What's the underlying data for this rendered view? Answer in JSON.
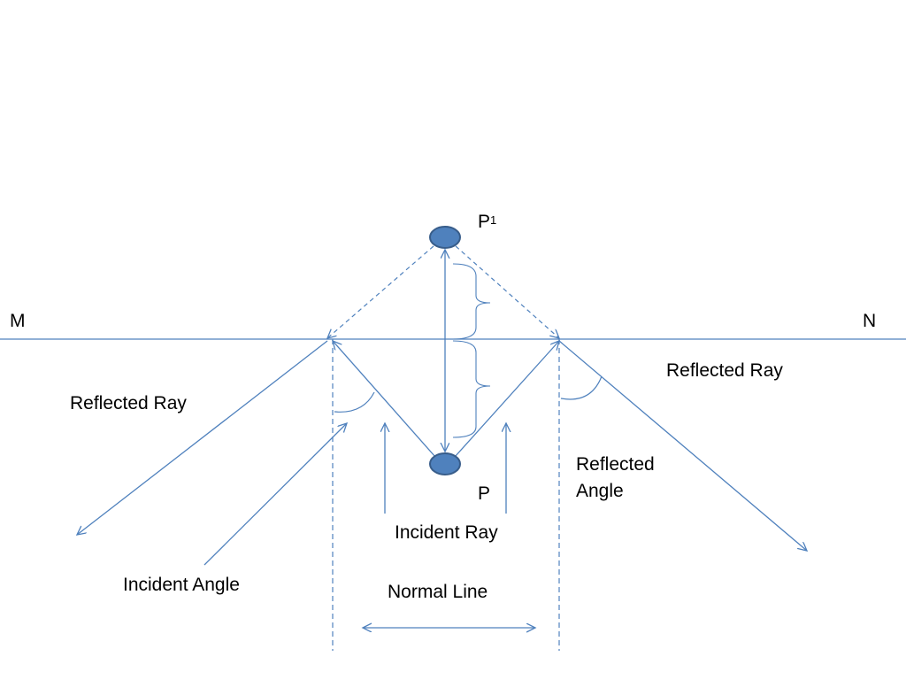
{
  "labels": {
    "mirror_left": "M",
    "mirror_right": "N",
    "image_point": "P",
    "image_point_sup": "1",
    "object_point": "P",
    "reflected_ray_left": "Reflected Ray",
    "reflected_ray_right": "Reflected Ray",
    "reflected_angle_line1": "Reflected",
    "reflected_angle_line2": "Angle",
    "incident_ray": "Incident Ray",
    "incident_angle": "Incident Angle",
    "normal_line": "Normal Line"
  },
  "colors": {
    "line": "#4f81bd",
    "point_fill": "#4f81bd",
    "point_stroke": "#385d8a",
    "text": "#000000"
  }
}
